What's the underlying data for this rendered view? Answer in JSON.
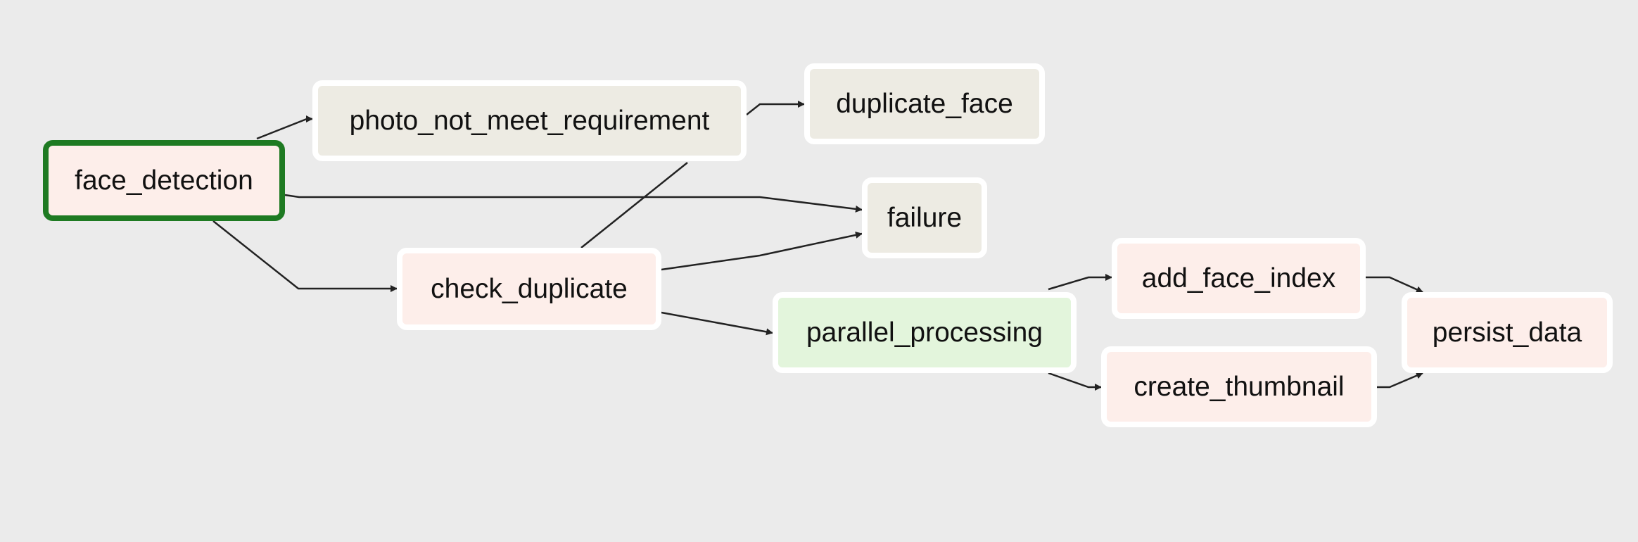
{
  "colors": {
    "background": "#ebebeb",
    "node_border": "#ffffff",
    "running_border": "#1e7a22",
    "pending_fill": "#fdeeea",
    "skipped_fill": "#edebe3",
    "success_fill": "#e3f5dc",
    "edge": "#222222"
  },
  "nodes": {
    "face_detection": {
      "label": "face_detection",
      "fill": "#fdeeea"
    },
    "photo_not_meet_requirement": {
      "label": "photo_not_meet_requirement",
      "fill": "#edebe3"
    },
    "duplicate_face": {
      "label": "duplicate_face",
      "fill": "#edebe3"
    },
    "failure": {
      "label": "failure",
      "fill": "#edebe3"
    },
    "check_duplicate": {
      "label": "check_duplicate",
      "fill": "#fdeeea"
    },
    "parallel_processing": {
      "label": "parallel_processing",
      "fill": "#e3f5dc"
    },
    "add_face_index": {
      "label": "add_face_index",
      "fill": "#fdeeea"
    },
    "create_thumbnail": {
      "label": "create_thumbnail",
      "fill": "#fdeeea"
    },
    "persist_data": {
      "label": "persist_data",
      "fill": "#fdeeea"
    }
  },
  "edges": [
    {
      "from": "face_detection",
      "to": "photo_not_meet_requirement"
    },
    {
      "from": "face_detection",
      "to": "failure"
    },
    {
      "from": "face_detection",
      "to": "check_duplicate"
    },
    {
      "from": "photo_not_meet_requirement",
      "to": "duplicate_face"
    },
    {
      "from": "check_duplicate",
      "to": "duplicate_face"
    },
    {
      "from": "check_duplicate",
      "to": "failure"
    },
    {
      "from": "check_duplicate",
      "to": "parallel_processing"
    },
    {
      "from": "parallel_processing",
      "to": "add_face_index"
    },
    {
      "from": "parallel_processing",
      "to": "create_thumbnail"
    },
    {
      "from": "add_face_index",
      "to": "persist_data"
    },
    {
      "from": "create_thumbnail",
      "to": "persist_data"
    }
  ]
}
